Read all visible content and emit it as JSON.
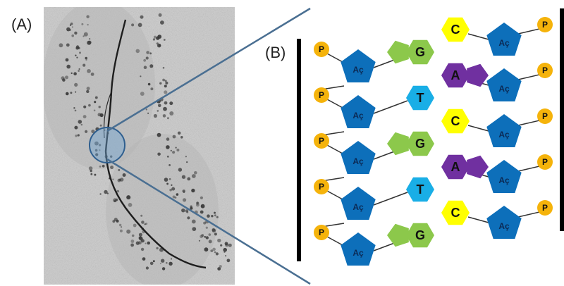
{
  "labels": {
    "panel_a": "(A)",
    "panel_b": "(B)"
  },
  "units": {
    "phosphate": "P",
    "sugar": "Aç"
  },
  "rows": [
    {
      "left_base": "G",
      "right_base": "C"
    },
    {
      "left_base": "T",
      "right_base": "A"
    },
    {
      "left_base": "G",
      "right_base": "C"
    },
    {
      "left_base": "T",
      "right_base": "A"
    },
    {
      "left_base": "G",
      "right_base": "C"
    }
  ],
  "colors": {
    "phosphate": "#f5b30b",
    "sugar": "#0d6fba",
    "G": "#8cc84b",
    "T": "#19aee6",
    "C": "#ffff00",
    "A": "#7030a0",
    "zoom_line": "#4a6f92",
    "strand_bar": "#000000"
  }
}
